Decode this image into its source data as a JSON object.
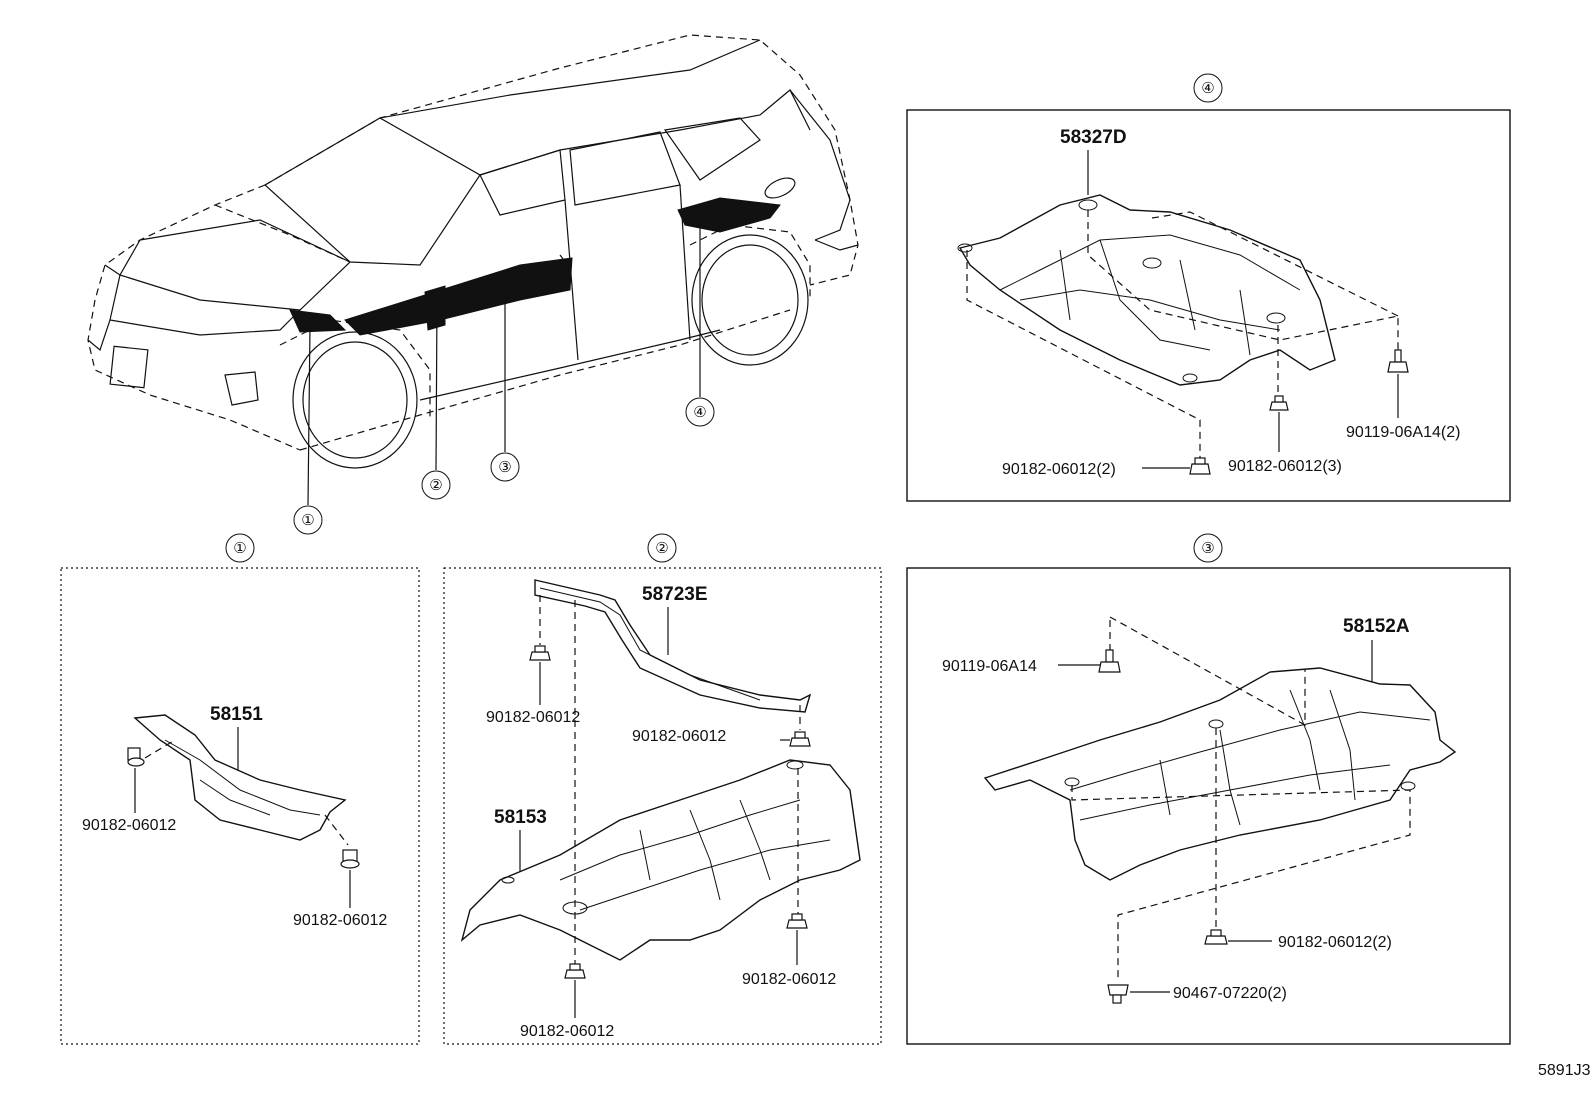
{
  "callouts": {
    "c1": "①",
    "c2": "②",
    "c3": "③",
    "c4": "④"
  },
  "panel4": {
    "title": "④",
    "part": "58327D",
    "fasteners": [
      "90182-06012(2)",
      "90182-06012(3)",
      "90119-06A14(2)"
    ]
  },
  "panel1": {
    "title": "①",
    "part": "58151",
    "fasteners": [
      "90182-06012",
      "90182-06012"
    ]
  },
  "panel2": {
    "title": "②",
    "parts": [
      "58723E",
      "58153"
    ],
    "fasteners": [
      "90182-06012",
      "90182-06012",
      "90182-06012",
      "90182-06012"
    ]
  },
  "panel3": {
    "title": "③",
    "part": "58152A",
    "fasteners": [
      "90119-06A14",
      "90182-06012(2)",
      "90467-07220(2)"
    ]
  },
  "diagram_code": "5891J3"
}
